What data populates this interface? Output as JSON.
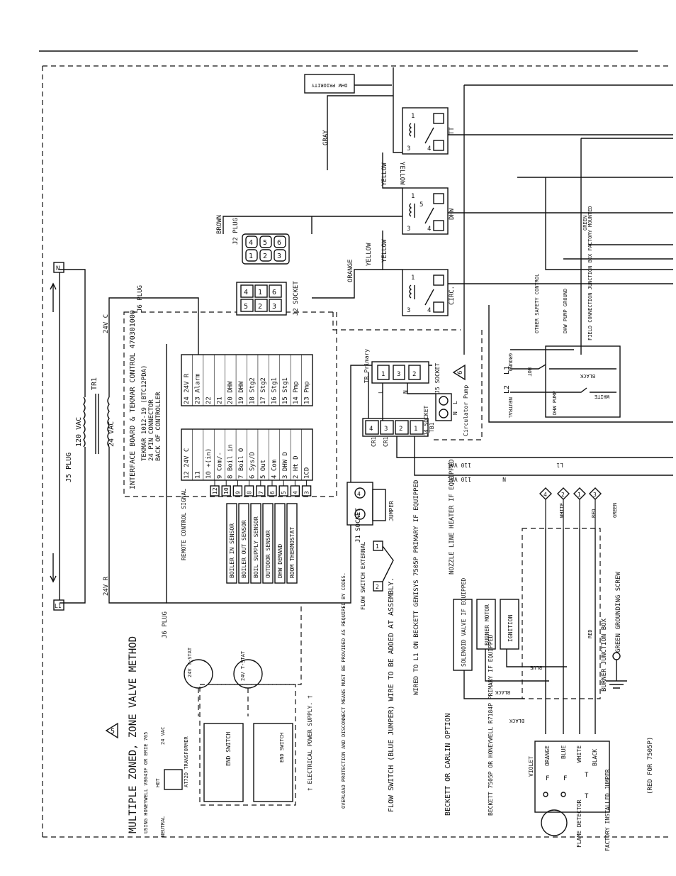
{
  "title": "MULTIPLE ZONED, ZONE VALVE METHOD",
  "colors": {
    "ink": "#111111",
    "paper": "#ffffff"
  },
  "transformer": {
    "primary": "120 VAC",
    "secondary": "24 VAC",
    "name": "TR1",
    "plug": "J5 PLUG",
    "l1": "L1",
    "n": "N"
  },
  "wires24": {
    "c": "24V C",
    "r": "24V R"
  },
  "controller": {
    "model": "TEKMAR 1012-19 (BTC12PDA)",
    "connector1": "24 PIN CONNECTOR",
    "connector2": "BACK OF CONTROLLER",
    "board": "INTERFACE BOARD & TEKMAR CONTROL 470301000",
    "left_pins": [
      "12 24V C",
      "11",
      "10 +(in)",
      "9 Com/-",
      "8 Boil in",
      "7 Boil O",
      "6 Sys/D",
      "5 Out",
      "4 Com",
      "3 DHW D",
      "2 Ht D",
      "1CD"
    ],
    "right_pins": [
      "24 24V R",
      "23 Alarm",
      "22",
      "21",
      "20 DHW",
      "19 DHW",
      "18 Stg2",
      "17 Stg2",
      "16 Stg1",
      "15 Stg1",
      "14 Pmp",
      "13 Pmp"
    ]
  },
  "terminal_nums": [
    "12",
    "10",
    "9",
    "8",
    "7",
    "6",
    "5",
    "4",
    "3"
  ],
  "sensors": [
    "BOILER IN SENSOR",
    "BOILER OUT SENSOR",
    "BOIL SUPPLY SENSOR",
    "OUTDOOR SENSOR",
    "DHW DEMAND",
    "ROOM THERMOSTAT"
  ],
  "remote": "REMOTE CONTROL SIGNAL",
  "plugs": {
    "j6plug": "J6 PLUG",
    "j6plug2": "J6 PLUG",
    "j2socket": "J2 SOCKET",
    "j2plug": "J2 PLUG",
    "j1socket": "J1 SOCKET",
    "jumper": "JUMPER",
    "j4socket": "J4 SOCKET",
    "j5socket": "J5 SOCKET",
    "tb1": "TB1"
  },
  "j2_pins": [
    "1",
    "2",
    "3",
    "4",
    "5",
    "6"
  ],
  "relays": {
    "tt": "TT",
    "dhw": "DHW",
    "circ": "CIRC."
  },
  "relay_pins": [
    "1",
    "2",
    "3",
    "4",
    "5"
  ],
  "wire_colors": [
    "GRAY",
    "YELLOW",
    "YELLOW",
    "BROWN",
    "YELLOW",
    "YELLOW",
    "ORANGE",
    "GREEN",
    "BLACK",
    "WHITE",
    "BLUE",
    "BLACK",
    "RED",
    "VIOLET",
    "ORANGE",
    "BLUE",
    "WHITE",
    "BLACK",
    "BLACK",
    "WHITE",
    "RED",
    "GREEN"
  ],
  "dhw_priority": "DHW PRIORITY",
  "tr_primary": "TR Primary",
  "circulator": "Circulator Pump",
  "cr": [
    "CR1",
    "CR1"
  ],
  "power_lines": {
    "l1": "L1",
    "n": "N",
    "vac1": "110 VAC",
    "vac2": "110 VAC"
  },
  "field_box": {
    "title": "FIELD CONNECTION JUNCTION BOX FACTORY MOUNTED",
    "ground": "GROUND",
    "hot": "HOT",
    "neutral": "NEUTRAL",
    "dhw_pump": "DHW PUMP",
    "dhw_pump_ground": "DHW PUMP GROUND",
    "safety": "OTHER SAFETY CONTROL",
    "l1": "L1",
    "l2": "L2"
  },
  "flow_switch": {
    "ext": "FLOW SWITCH EXTERNAL",
    "note": "FLOW SWITCH (BLUE JUMPER) WIRE TO BE ADDED AT ASSEMBLY."
  },
  "zone": {
    "tstat": "24V T-STAT",
    "end_switch": "END SWITCH",
    "transformer": "AT72D TRANSFORMER",
    "vac": "24 VAC",
    "hot": "HOT",
    "neutral": "NEUTRAL",
    "using": "USING HONEYWELL V8043F OR ERIE 765"
  },
  "notes": {
    "supply": "† ELECTRICAL POWER SUPPLY. †",
    "overload": "OVERLOAD PROTECTION AND DISCONNECT MEANS MUST BE PROVIDED AS REQUIRED BY CODES."
  },
  "burner": {
    "option": "BECKETT OR CARLIN OPTION",
    "wired": "WIRED TO L1 ON BECKETT GENISYS 7505P PRIMARY IF EQUIPPED",
    "nozzle": "NOZZLE LINE HEATER IF EQUIPPED",
    "solenoid": "SOLENOID VALVE IF EQUIPPED",
    "motor": "BURNER MOTOR",
    "ignition": "IGNITION",
    "jbox": "BURNER JUNCTION BOX",
    "ground_screw": "GREEN GROUNDING SCREW",
    "red7505": "(RED FOR 7505P)",
    "primary": "BECKETT 7505P OR HONEYWELL R7184P PRIMARY IF EQUIPPED",
    "flame": "FLAME DETECTOR",
    "factory": "FACTORY INSTALLED JUMPER",
    "ff": "F",
    "tt": "T"
  },
  "diamonds": [
    "4",
    "2",
    "1",
    "3"
  ],
  "triangle_note": "5",
  "triangle_note2": "6"
}
